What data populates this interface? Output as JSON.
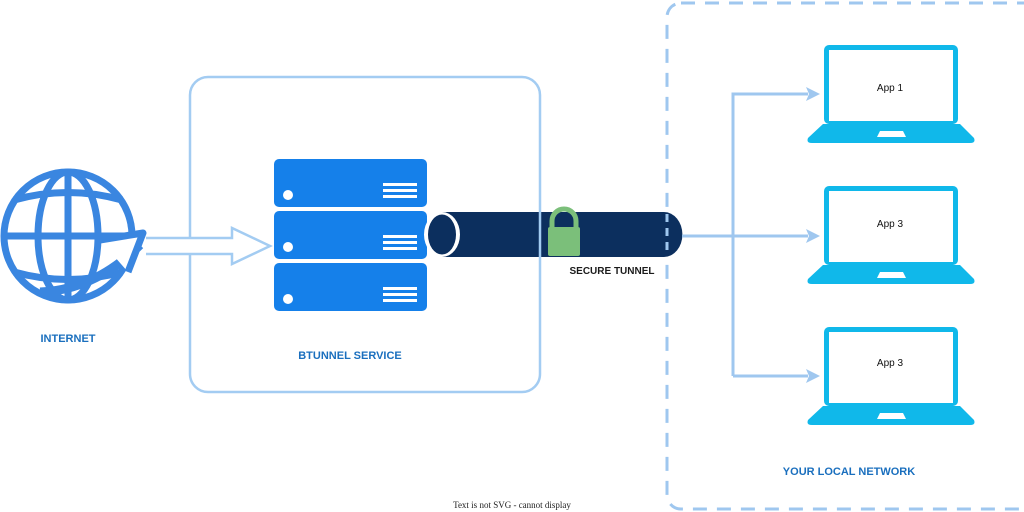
{
  "diagram": {
    "nodes": {
      "internet": {
        "label": "INTERNET",
        "icon": "globe-icon"
      },
      "service": {
        "label": "BTUNNEL SERVICE",
        "icon": "server-stack-icon"
      },
      "tunnel": {
        "label": "SECURE TUNNEL",
        "icon": "padlock-icon"
      },
      "local_network": {
        "label": "YOUR LOCAL NETWORK"
      },
      "apps": [
        {
          "label": "App 1",
          "icon": "laptop-icon"
        },
        {
          "label": "App 3",
          "icon": "laptop-icon"
        },
        {
          "label": "App 3",
          "icon": "laptop-icon"
        }
      ]
    },
    "edges": [
      {
        "from": "internet",
        "to": "service",
        "style": "hollow-arrow"
      },
      {
        "from": "service",
        "to": "local_network",
        "via": "tunnel"
      },
      {
        "from": "tunnel",
        "to": "App 1"
      },
      {
        "from": "tunnel",
        "to": "App 3 (middle)"
      },
      {
        "from": "tunnel",
        "to": "App 3 (bottom)"
      }
    ],
    "footer_text": "Text is not SVG - cannot display"
  },
  "colors": {
    "globe": "#3a86e0",
    "server": "#1580ea",
    "tunnel": "#0c2f5e",
    "lock": "#7bbf7a",
    "laptop": "#10b8ea",
    "connector": "#9fc7ef",
    "label": "#1a6fbe"
  }
}
